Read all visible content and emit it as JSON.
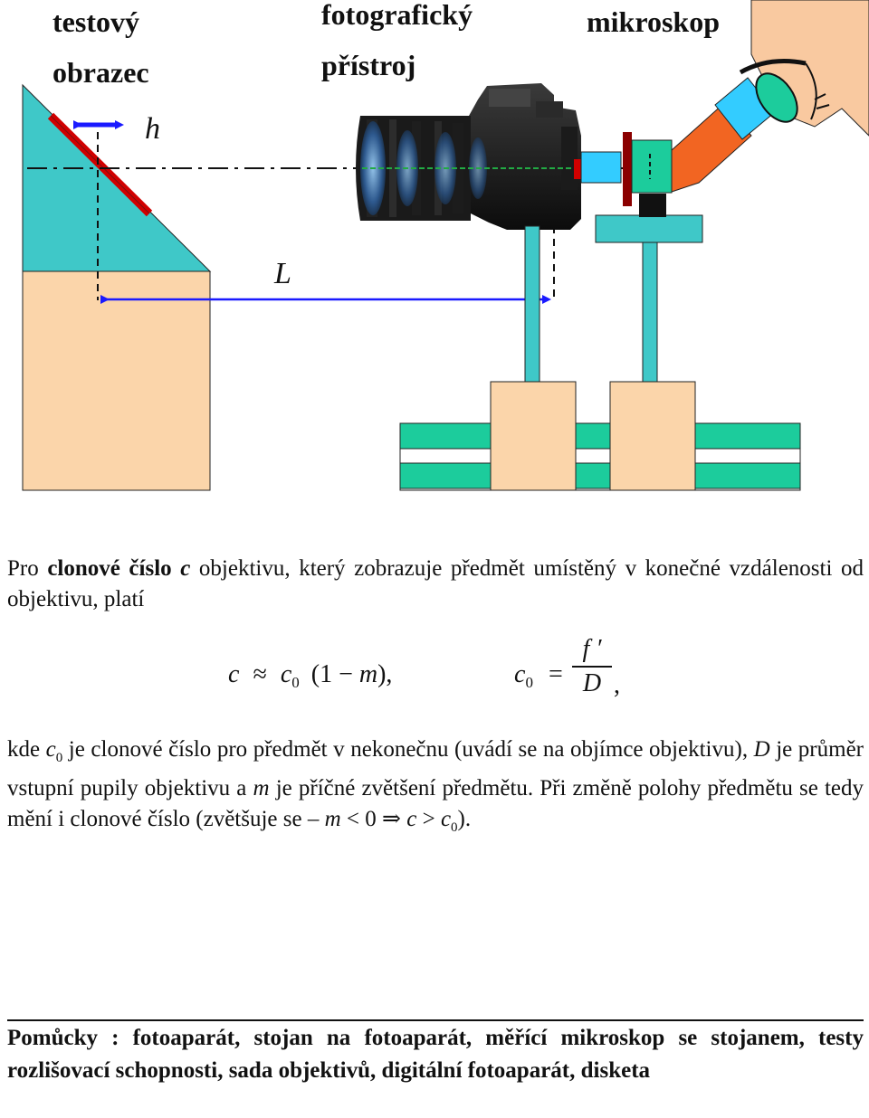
{
  "labels": {
    "test_pattern_line1": "testový",
    "test_pattern_line2": "obrazec",
    "camera_line1": "fotografický",
    "camera_line2": "přístroj",
    "microscope": "mikroskop",
    "h": "h",
    "L": "L"
  },
  "paragraph1": {
    "t1": "Pro ",
    "b1": "clonové číslo ",
    "b2": "c",
    "t2": " objektivu, který zobrazuje předmět umístěný v konečné vzdálenosti od objektivu, platí"
  },
  "equation1": {
    "c": "c",
    "approx": "≈",
    "c0": "c",
    "sub0": "0",
    "rest1": "(1 − ",
    "m": "m",
    "rest2": "),",
    "comma": ","
  },
  "equation2": {
    "c0": "c",
    "sub0": "0",
    "eq": "=",
    "num": "f ′",
    "den": "D",
    "comma": ","
  },
  "paragraph2": {
    "t1": "kde ",
    "c0": "c",
    "sub0": "0",
    "t2": " je clonové číslo pro předmět v nekonečnu (uvádí se na objímce objektivu), ",
    "D": "D",
    "t3": " je průměr vstupní pupily objektivu a ",
    "m": "m",
    "t4": " je příčné zvětšení předmětu. Při změně polohy předmětu se tedy mění i clonové číslo (zvětšuje se – ",
    "m2": "m",
    "t5": " < 0 ⇒ ",
    "c": "c",
    "t6": " > ",
    "c0b": "c",
    "sub0b": "0",
    "t7": ")."
  },
  "footer": "Pomůcky : fotoaparát, stojan na fotoaparát, měřící mikroskop se stojanem, testy rozlišovací schopnosti, sada objektivů, digitální fotoaparát, disketa",
  "colors": {
    "peach": "#fbd5aa",
    "teal": "#3fc8c8",
    "green_rail": "#1ccc9c",
    "red": "#d10000",
    "orange": "#f26522",
    "cyan": "#33ccff",
    "blue_arrow": "#1a1aff",
    "skin": "#f9c9a0"
  }
}
